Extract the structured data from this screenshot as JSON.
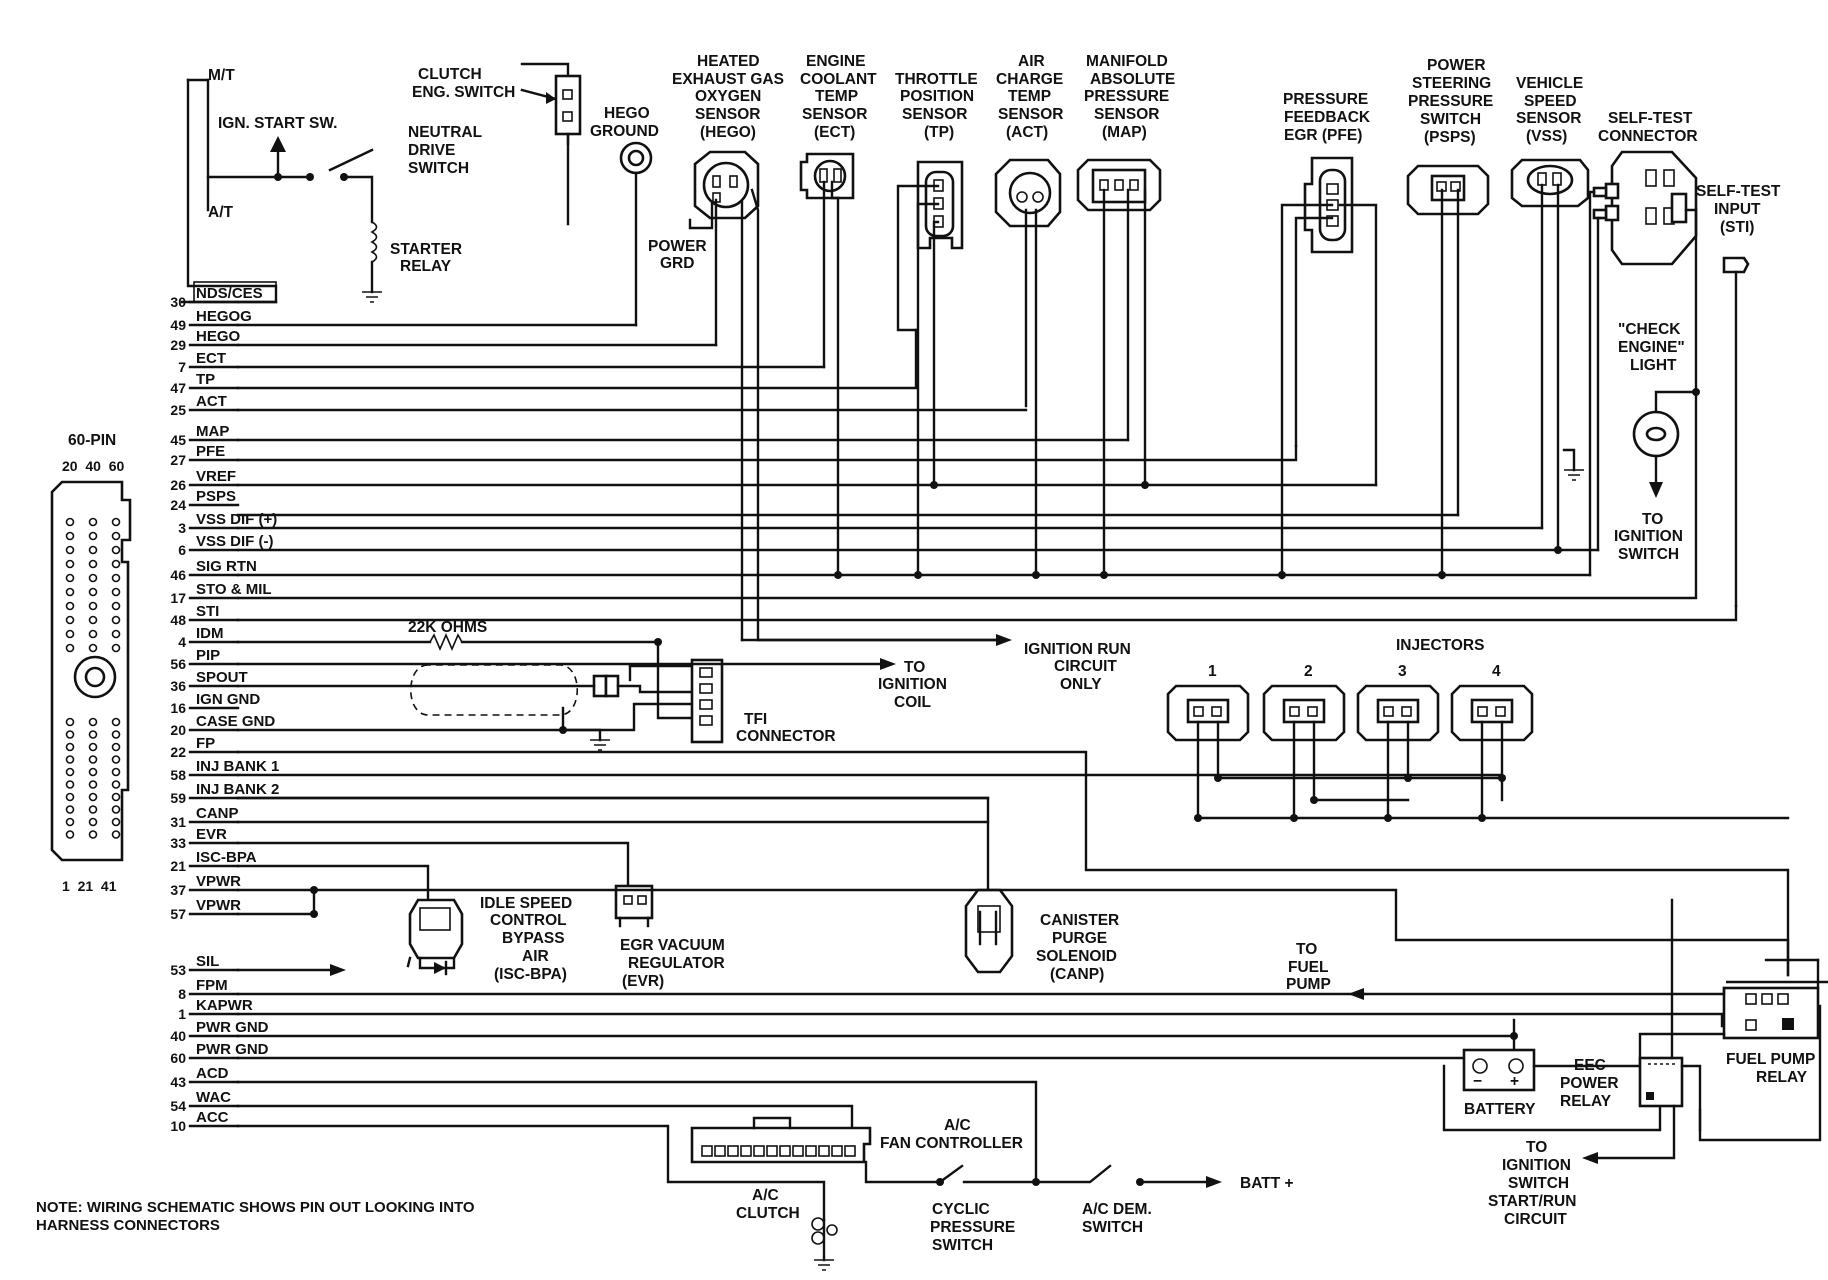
{
  "pins": [
    {
      "n": "30",
      "label": "NDS/CES"
    },
    {
      "n": "49",
      "label": "HEGOG"
    },
    {
      "n": "29",
      "label": "HEGO"
    },
    {
      "n": "7",
      "label": "ECT"
    },
    {
      "n": "47",
      "label": "TP"
    },
    {
      "n": "25",
      "label": "ACT"
    },
    {
      "n": "45",
      "label": "MAP"
    },
    {
      "n": "27",
      "label": "PFE"
    },
    {
      "n": "26",
      "label": "VREF"
    },
    {
      "n": "24",
      "label": "PSPS"
    },
    {
      "n": "3",
      "label": "VSS DIF (+)"
    },
    {
      "n": "6",
      "label": "VSS DIF (-)"
    },
    {
      "n": "46",
      "label": "SIG RTN"
    },
    {
      "n": "17",
      "label": "STO & MIL"
    },
    {
      "n": "48",
      "label": "STI"
    },
    {
      "n": "4",
      "label": "IDM"
    },
    {
      "n": "56",
      "label": "PIP"
    },
    {
      "n": "36",
      "label": "SPOUT"
    },
    {
      "n": "16",
      "label": "IGN GND"
    },
    {
      "n": "20",
      "label": "CASE GND"
    },
    {
      "n": "22",
      "label": "FP"
    },
    {
      "n": "58",
      "label": "INJ BANK 1"
    },
    {
      "n": "59",
      "label": "INJ BANK 2"
    },
    {
      "n": "31",
      "label": "CANP"
    },
    {
      "n": "33",
      "label": "EVR"
    },
    {
      "n": "21",
      "label": "ISC-BPA"
    },
    {
      "n": "37",
      "label": "VPWR"
    },
    {
      "n": "57",
      "label": "VPWR"
    },
    {
      "n": "53",
      "label": "SIL"
    },
    {
      "n": "8",
      "label": "FPM"
    },
    {
      "n": "1",
      "label": "KAPWR"
    },
    {
      "n": "40",
      "label": "PWR GND"
    },
    {
      "n": "60",
      "label": "PWR GND"
    },
    {
      "n": "43",
      "label": "ACD"
    },
    {
      "n": "54",
      "label": "WAC"
    },
    {
      "n": "10",
      "label": "ACC"
    }
  ],
  "connector": {
    "title": "60-PIN",
    "top_pins": "20  40  60",
    "bottom_pins": "1  21  41"
  },
  "switches": {
    "mt": "M/T",
    "at": "A/T",
    "ign_start": "IGN. START SW.",
    "clutch": [
      "CLUTCH",
      "ENG. SWITCH"
    ],
    "neutral": [
      "NEUTRAL",
      "DRIVE",
      "SWITCH"
    ],
    "starter": [
      "STARTER",
      "RELAY"
    ]
  },
  "sensors": {
    "hego_ground": [
      "HEGO",
      "GROUND"
    ],
    "hego": [
      "HEATED",
      "EXHAUST GAS",
      "OXYGEN",
      "SENSOR",
      "(HEGO)"
    ],
    "power_grd": [
      "POWER",
      "GRD"
    ],
    "ect": [
      "ENGINE",
      "COOLANT",
      "TEMP",
      "SENSOR",
      "(ECT)"
    ],
    "tp": [
      "THROTTLE",
      "POSITION",
      "SENSOR",
      "(TP)"
    ],
    "act": [
      "AIR",
      "CHARGE",
      "TEMP",
      "SENSOR",
      "(ACT)"
    ],
    "map": [
      "MANIFOLD",
      "ABSOLUTE",
      "PRESSURE",
      "SENSOR",
      "(MAP)"
    ],
    "pfe": [
      "PRESSURE",
      "FEEDBACK",
      "EGR (PFE)"
    ],
    "psps": [
      "POWER",
      "STEERING",
      "PRESSURE",
      "SWITCH",
      "(PSPS)"
    ],
    "vss": [
      "VEHICLE",
      "SPEED",
      "SENSOR",
      "(VSS)"
    ],
    "self_test": [
      "SELF-TEST",
      "CONNECTOR"
    ],
    "sti": [
      "SELF-TEST",
      "INPUT",
      "(STI)"
    ],
    "check_engine": [
      "\"CHECK",
      "ENGINE\"",
      "LIGHT"
    ],
    "to_ign_switch": [
      "TO",
      "IGNITION",
      "SWITCH"
    ]
  },
  "ignition": {
    "resistor": "22K OHMS",
    "to_coil": [
      "TO",
      "IGNITION",
      "COIL"
    ],
    "run_only": [
      "IGNITION RUN",
      "CIRCUIT",
      "ONLY"
    ],
    "tfi": [
      "TFI",
      "CONNECTOR"
    ]
  },
  "injectors": {
    "title": "INJECTORS",
    "numbers": [
      "1",
      "2",
      "3",
      "4"
    ]
  },
  "actuators": {
    "isc": [
      "IDLE SPEED",
      "CONTROL",
      "BYPASS",
      "AIR",
      "(ISC-BPA)"
    ],
    "evr": [
      "EGR VACUUM",
      "REGULATOR",
      "(EVR)"
    ],
    "canp": [
      "CANISTER",
      "PURGE",
      "SOLENOID",
      "(CANP)"
    ],
    "to_fuel_pump": [
      "TO",
      "FUEL",
      "PUMP"
    ],
    "fuel_pump_relay": [
      "FUEL PUMP",
      "RELAY"
    ],
    "battery": "BATTERY",
    "eec_relay": [
      "EEC",
      "POWER",
      "RELAY"
    ],
    "to_ign_start": [
      "TO",
      "IGNITION",
      "SWITCH",
      "START/RUN",
      "CIRCUIT"
    ]
  },
  "ac": {
    "fan_controller": [
      "A/C",
      "FAN CONTROLLER"
    ],
    "clutch": [
      "A/C",
      "CLUTCH"
    ],
    "cyclic": [
      "CYCLIC",
      "PRESSURE",
      "SWITCH"
    ],
    "dem": [
      "A/C DEM.",
      "SWITCH"
    ],
    "batt": "BATT +"
  },
  "note": [
    "NOTE: WIRING SCHEMATIC SHOWS PIN OUT LOOKING INTO",
    "HARNESS CONNECTORS"
  ]
}
